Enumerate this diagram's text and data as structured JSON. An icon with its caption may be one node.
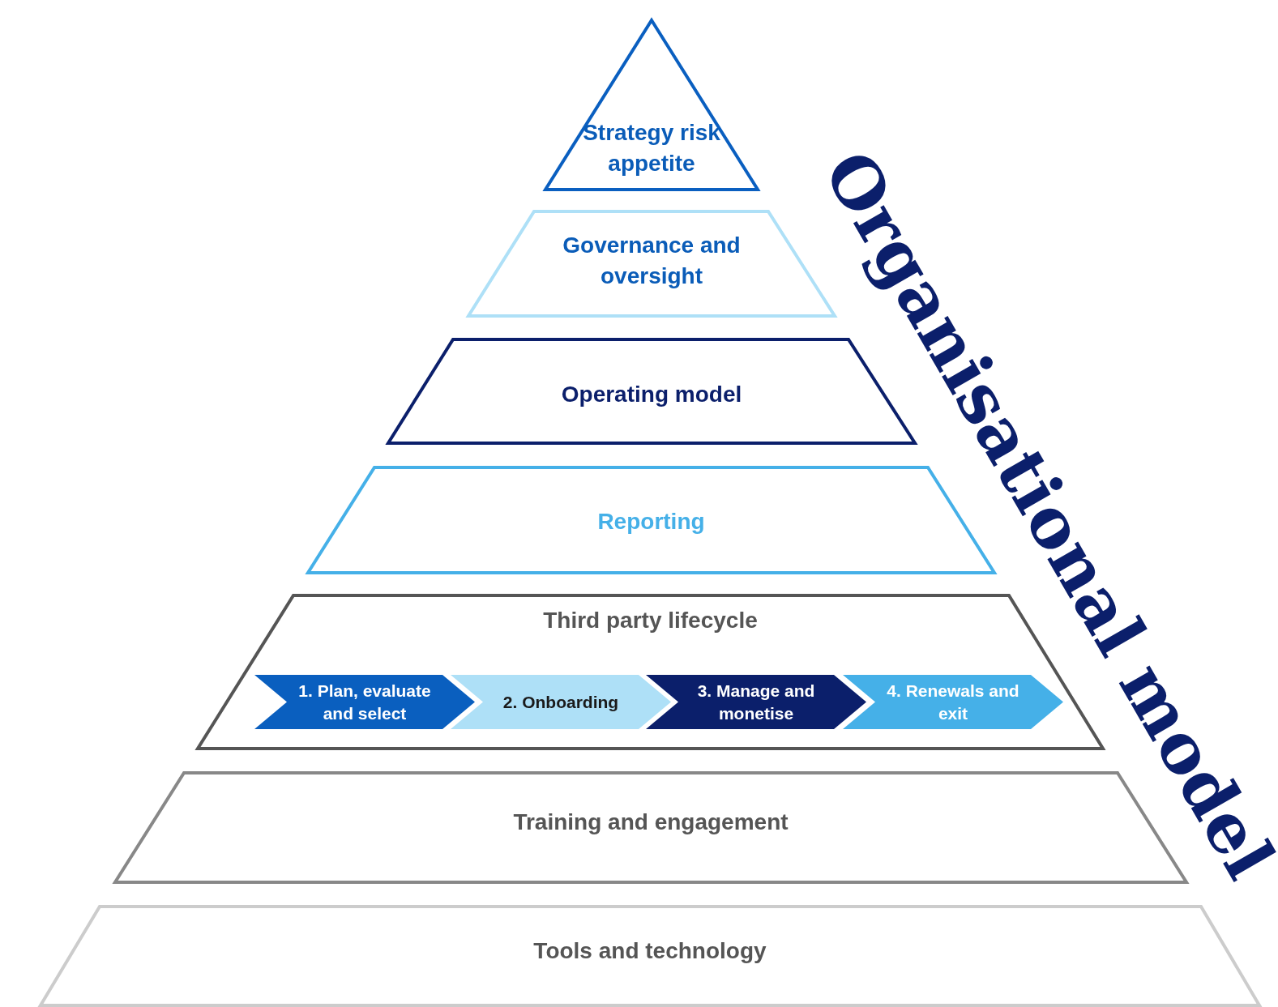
{
  "diagram": {
    "nodes": [
      {
        "text": [
          "Strategy risk appetite"
        ]
      },
      {
        "text": [
          "Governance and oversight"
        ]
      },
      {
        "text": [
          "Operating model"
        ]
      },
      {
        "text": [
          "Reporting"
        ]
      },
      {
        "text": [
          "Third party lifecycle"
        ]
      },
      {
        "text": [
          "1. Plan, evaluate and select"
        ],
        "in": 4
      },
      {
        "text": [
          "2. Onboarding"
        ],
        "in": 4
      },
      {
        "text": [
          "3. Manage and monetise"
        ],
        "in": 4
      },
      {
        "text": [
          "4. Renewals and exit"
        ],
        "in": 4
      },
      {
        "text": [
          "Training and engagement"
        ]
      },
      {
        "text": [
          "Tools and technology"
        ]
      }
    ],
    "edges": [],
    "labels": [
      "Organisational model"
    ]
  }
}
